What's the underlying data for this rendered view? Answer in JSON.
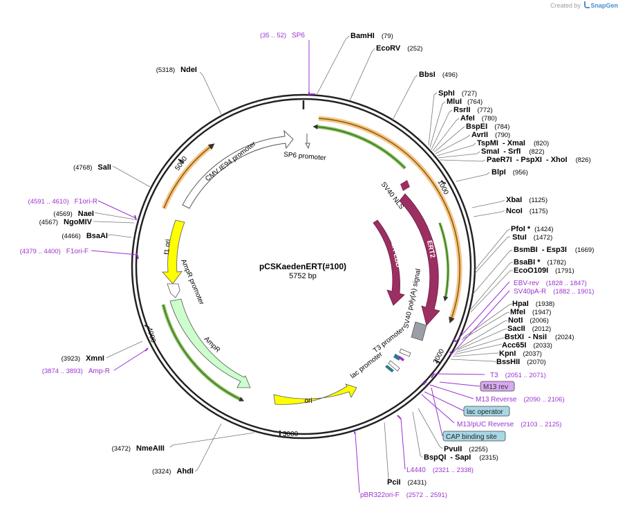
{
  "credit": {
    "created_by": "Created by",
    "app": "SnapGene"
  },
  "plasmid": {
    "name": "pCSKaedenERT(#100)",
    "size": "5752 bp"
  },
  "ticks": [
    "1000",
    "2000",
    "3000",
    "4000",
    "5000"
  ],
  "enzymes": {
    "bamhi": {
      "name": "BamHI",
      "pos": "(79)"
    },
    "ecorv": {
      "name": "EcoRV",
      "pos": "(252)"
    },
    "bbsi": {
      "name": "BbsI",
      "pos": "(496)"
    },
    "sphi": {
      "name": "SphI",
      "pos": "(727)"
    },
    "mlui": {
      "name": "MluI",
      "pos": "(764)"
    },
    "rsrii": {
      "name": "RsrII",
      "pos": "(772)"
    },
    "afei": {
      "name": "AfeI",
      "pos": "(780)"
    },
    "bspei": {
      "name": "BspEI",
      "pos": "(784)"
    },
    "avrii": {
      "name": "AvrII",
      "pos": "(790)"
    },
    "tspmi": {
      "name": "TspMI",
      "name2": "- XmaI",
      "pos": "(820)"
    },
    "smai": {
      "name": "SmaI",
      "name2": "- SrfI",
      "pos": "(822)"
    },
    "paer7i": {
      "name": "PaeR7I",
      "name2": "- PspXI",
      "name3": "- XhoI",
      "pos": "(826)"
    },
    "blpi": {
      "name": "BlpI",
      "pos": "(956)"
    },
    "xbai": {
      "name": "XbaI",
      "pos": "(1125)"
    },
    "ncoi": {
      "name": "NcoI",
      "pos": "(1175)"
    },
    "pfoi": {
      "name": "PfoI *",
      "pos": "(1424)"
    },
    "stui": {
      "name": "StuI",
      "pos": "(1472)"
    },
    "bsmbi": {
      "name": "BsmBI",
      "name2": "- Esp3I",
      "pos": "(1669)"
    },
    "bsai": {
      "name": "BsaBI *",
      "pos": "(1782)"
    },
    "eco0109i": {
      "name": "EcoO109I",
      "pos": "(1791)"
    },
    "hpai": {
      "name": "HpaI",
      "pos": "(1938)"
    },
    "mfei": {
      "name": "MfeI",
      "pos": "(1947)"
    },
    "noti": {
      "name": "NotI",
      "pos": "(2006)"
    },
    "sacii": {
      "name": "SacII",
      "pos": "(2012)"
    },
    "bstxi": {
      "name": "BstXI",
      "name2": "- NsiI",
      "pos": "(2024)"
    },
    "acc65i": {
      "name": "Acc65I",
      "pos": "(2033)"
    },
    "kpni": {
      "name": "KpnI",
      "pos": "(2037)"
    },
    "bsshii": {
      "name": "BssHII",
      "pos": "(2070)"
    },
    "pvuii": {
      "name": "PvuII",
      "pos": "(2255)"
    },
    "bspqi": {
      "name": "BspQI",
      "name2": "- SapI",
      "pos": "(2315)"
    },
    "pcii": {
      "name": "PciI",
      "pos": "(2431)"
    },
    "ahdi": {
      "name": "AhdI",
      "pos": "(3324)"
    },
    "nmeaiii": {
      "name": "NmeAIII",
      "pos": "(3472)"
    },
    "xmni": {
      "name": "XmnI",
      "pos": "(3923)"
    },
    "bsaai": {
      "name": "BsaAI",
      "pos": "(4466)"
    },
    "ngomiv": {
      "name": "NgoMIV",
      "pos": "(4567)"
    },
    "naei": {
      "name": "NaeI",
      "pos": "(4569)"
    },
    "sali": {
      "name": "SalI",
      "pos": "(4768)"
    },
    "ndei": {
      "name": "NdeI",
      "pos": "(5318)"
    }
  },
  "primers": {
    "sp6": {
      "name": "SP6",
      "pos": "(35 .. 52)"
    },
    "ebv_rev": {
      "name": "EBV-rev",
      "pos": "(1828 .. 1847)"
    },
    "sv40pa_r": {
      "name": "SV40pA-R",
      "pos": "(1882 .. 1901)"
    },
    "t3": {
      "name": "T3",
      "pos": "(2051 .. 2071)"
    },
    "m13_reverse": {
      "name": "M13 Reverse",
      "pos": "(2090 .. 2106)"
    },
    "m13_puc_reverse": {
      "name": "M13/pUC Reverse",
      "pos": "(2103 .. 2125)"
    },
    "l4440": {
      "name": "L4440",
      "pos": "(2321 .. 2338)"
    },
    "pbr322ori_f": {
      "name": "pBR322ori-F",
      "pos": "(2572 .. 2591)"
    },
    "ampr_primer": {
      "name": "Amp-R",
      "pos": "(3874 .. 3893)"
    },
    "f1ori_f": {
      "name": "F1ori-F",
      "pos": "(4379 .. 4400)"
    },
    "f1ori_r": {
      "name": "F1ori-R",
      "pos": "(4591 .. 4610)"
    }
  },
  "boxed_labels": {
    "m13_rev": "M13 rev",
    "lac_operator": "lac operator",
    "cap_site": "CAP binding site"
  },
  "features": {
    "cmv": "CMV IE94 promoter",
    "sp6_promoter": "SP6 promoter",
    "sv40_nls": "SV40 NLS",
    "ert2": "ERT2",
    "er_lbd": "ER-LBD",
    "sv40_polya": "SV40 poly(A) signal",
    "t3_promoter": "T3 promoter",
    "lac_promoter": "lac promoter",
    "f1_ori": "f1 ori",
    "ampr_promoter": "AmpR promoter",
    "ampr": "AmpR",
    "ori": "ori"
  },
  "colors": {
    "backbone": "#222222",
    "orange_orf": "#f0b060",
    "green_orf": "#66aa33",
    "promoter_fill": "#ffffff",
    "ert2_fill": "#9b2f62",
    "polya_fill": "#9a9ea6",
    "origin_fill": "#ffff00",
    "ampr_fill": "#ccffcc",
    "primer": "#9b30d0",
    "m13_box": "#d9a8f0",
    "lac_box": "#a8d8e6",
    "cap_box": "#a8d8e6"
  }
}
